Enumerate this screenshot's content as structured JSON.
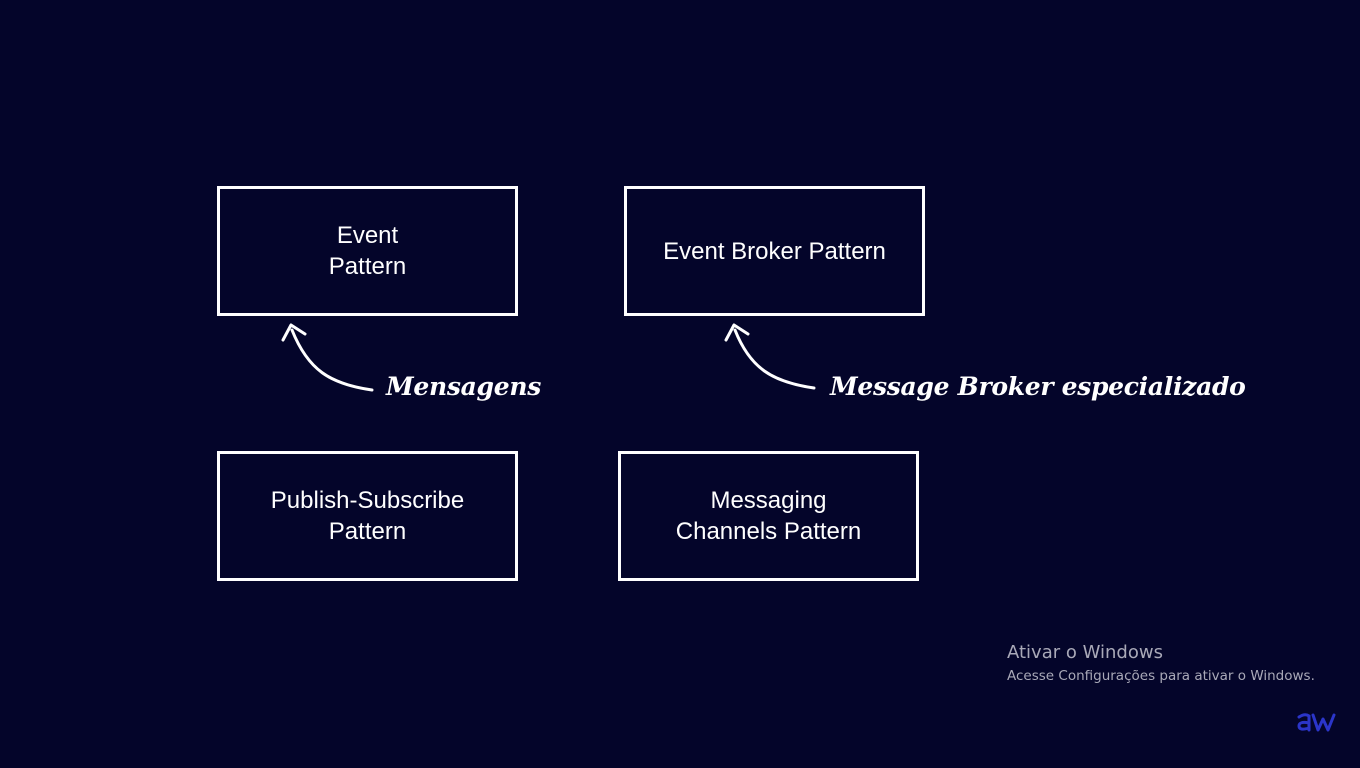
{
  "diagram": {
    "boxes": {
      "event_pattern": {
        "line1": "Event",
        "line2": "Pattern"
      },
      "event_broker_pattern": {
        "line1": "Event Broker Pattern"
      },
      "publish_subscribe_pattern": {
        "line1": "Publish-Subscribe",
        "line2": "Pattern"
      },
      "messaging_channels_pattern": {
        "line1": "Messaging",
        "line2": "Channels Pattern"
      }
    },
    "annotations": {
      "mensagens": "Mensagens",
      "message_broker": "Message Broker especializado"
    }
  },
  "windows_watermark": {
    "title": "Ativar o Windows",
    "subtitle": "Acesse Configurações para ativar o Windows."
  },
  "logo": {
    "icon": "aw-logo-icon",
    "color": "#2b35c9"
  },
  "colors": {
    "background": "#04052a",
    "foreground": "#ffffff"
  }
}
